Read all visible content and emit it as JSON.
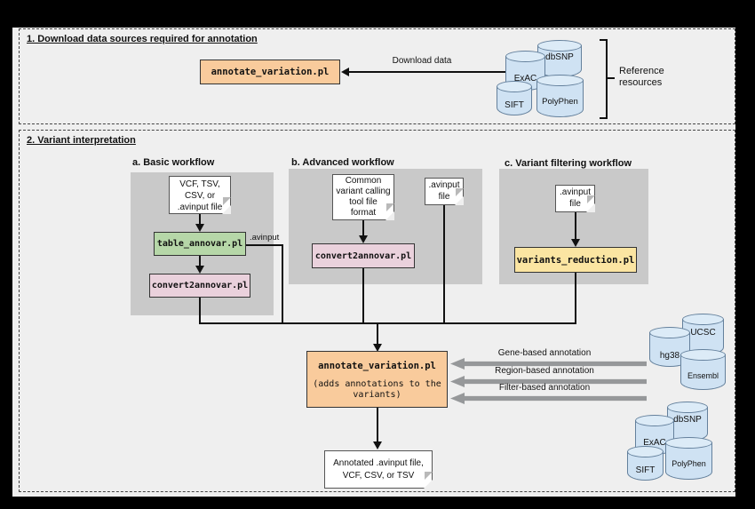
{
  "section1": {
    "title": "1. Download data sources required for annotation",
    "tool_box": "annotate_variation.pl",
    "download_arrow_label": "Download data",
    "reference_label": "Reference\nresources",
    "databases": [
      "dbSNP",
      "ExAC",
      "PolyPhen",
      "SIFT"
    ]
  },
  "section2": {
    "title": "2. Variant interpretation",
    "workflow_a": {
      "heading": "a. Basic workflow",
      "input_doc": "VCF, TSV,\nCSV, or\n.avinput file",
      "tool_table_annovar": "table_annovar.pl",
      "avinput_edge_label": ".avinput",
      "tool_convert2annovar": "convert2annovar.pl"
    },
    "workflow_b": {
      "heading": "b. Advanced workflow",
      "input_doc": "Common\nvariant calling\ntool file\nformat",
      "tool_convert2annovar": "convert2annovar.pl",
      "avinput_doc": ".avinput\nfile"
    },
    "workflow_c": {
      "heading": "c. Variant filtering workflow",
      "input_doc": ".avinput\nfile",
      "tool_variants_reduction": "variants_reduction.pl"
    },
    "annotate_box": {
      "tool": "annotate_variation.pl",
      "note": "(adds annotations to the\nvariants)"
    },
    "annotation_arrows": [
      "Gene-based annotation",
      "Region-based annotation",
      "Filter-based annotation"
    ],
    "genome_databases": [
      "UCSC",
      "hg38",
      "Ensembl"
    ],
    "variant_databases": [
      "dbSNP",
      "ExAC",
      "PolyPhen",
      "SIFT"
    ],
    "output_doc": "Annotated .avinput file,\nVCF, CSV, or TSV"
  },
  "colors": {
    "tool_orange": "#f9cb9c",
    "tool_green": "#b6d7a8",
    "tool_pink": "#ead1dc",
    "tool_yellow": "#fbe5a2",
    "cylinder_blue": "#cfe2f3",
    "panel_gray": "#c9c9c9",
    "arrow_gray": "#96989a",
    "page_bg": "#efefef"
  }
}
